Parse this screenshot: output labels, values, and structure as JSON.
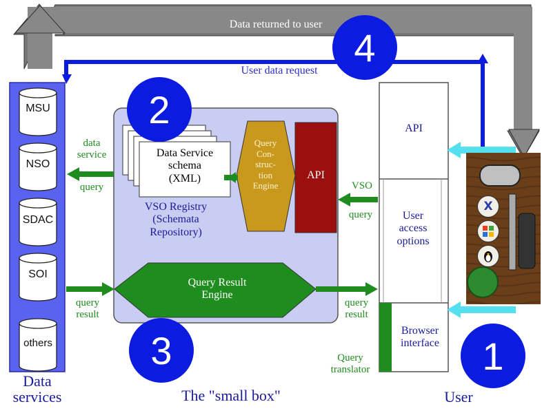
{
  "top_label": "Data returned to user",
  "request_label": "User data request",
  "steps": [
    "1",
    "2",
    "3",
    "4"
  ],
  "data_services": {
    "items": [
      "MSU",
      "NSO",
      "SDAC",
      "SOI",
      "others"
    ],
    "caption": "Data\nservices"
  },
  "small_box": {
    "schema_label": "Data Service\nschema\n(XML)",
    "registry_label": "VSO Registry\n(Schemata\nRepository)",
    "engine_label": "Query\nCon-\nstruc-\ntion\nEngine",
    "api_label": "API",
    "result_engine_label": "Query Result\nEngine",
    "caption": "The \"small box\""
  },
  "user": {
    "api_label": "API",
    "access_label": "User\naccess\noptions",
    "browser_label": "Browser\ninterface",
    "caption": "User"
  },
  "flow_labels": {
    "data_service": "data\nservice",
    "query_left": "query",
    "query_result_left": "query\nresult",
    "vso": "VSO",
    "query_right": "query",
    "query_result_right": "query\nresult",
    "query_translator": "Query\ntranslator"
  },
  "os_icons": [
    "X"
  ],
  "colors": {
    "blue_panel": "#5a62f0",
    "blue_circle": "#0b1be0",
    "small_box": "#c9cdf2",
    "api_red": "#9b0f0f",
    "engine_gold": "#c8991c",
    "green": "#1e8c1e",
    "gray_arrow": "#777777",
    "cyan_arrow": "#55e0f0",
    "wood": "#6b3e1a"
  }
}
